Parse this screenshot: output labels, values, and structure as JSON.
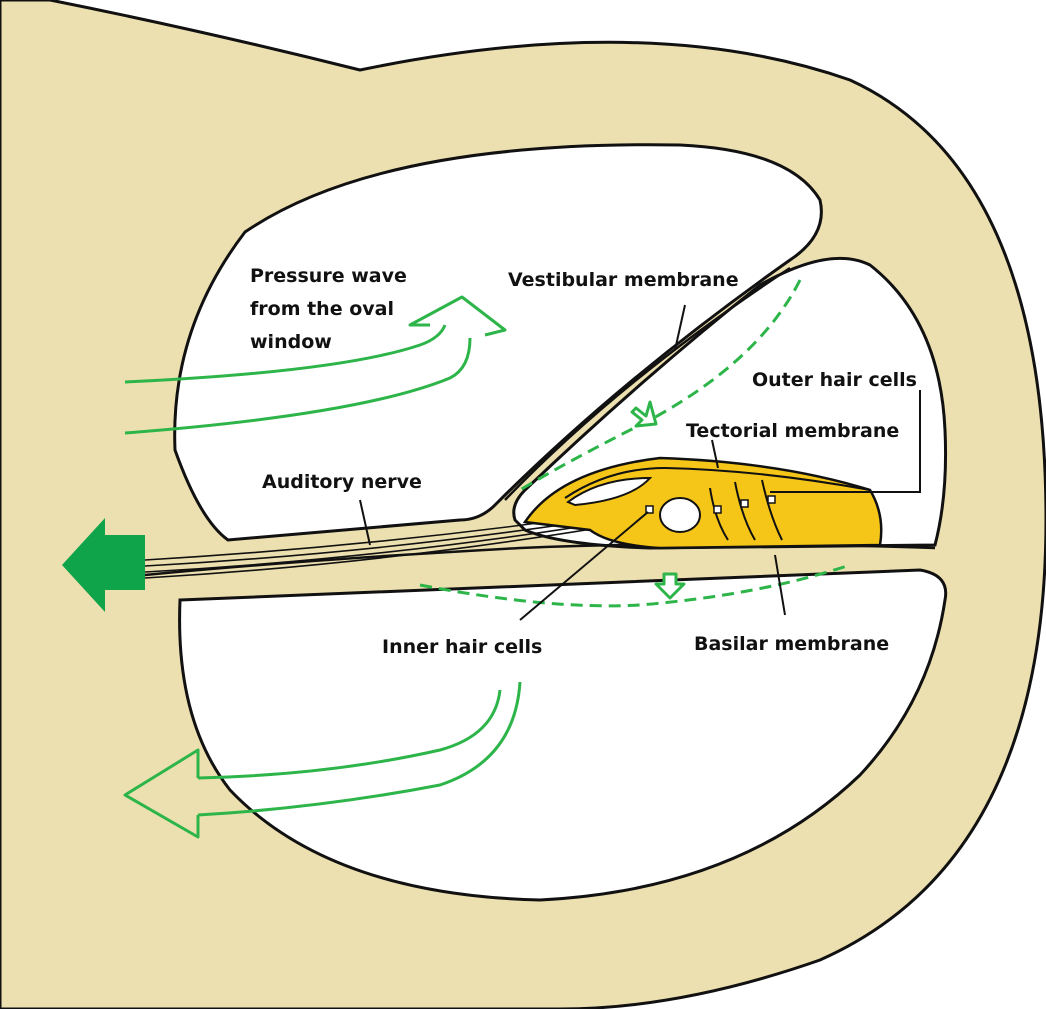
{
  "labels": {
    "pressure_wave": [
      "Pressure wave",
      "from the oval",
      "window"
    ],
    "vestibular_membrane": "Vestibular membrane",
    "outer_hair_cells": "Outer hair cells",
    "tectorial_membrane": "Tectorial membrane",
    "auditory_nerve": "Auditory nerve",
    "inner_hair_cells": "Inner hair cells",
    "basilar_membrane": "Basilar membrane"
  },
  "colors": {
    "bone": "#ede0b0",
    "outline": "#111111",
    "organ": "#f5c518",
    "arrow_green": "#2db54a",
    "nerve_arrow": "#0fa34a",
    "chamber": "#ffffff"
  }
}
